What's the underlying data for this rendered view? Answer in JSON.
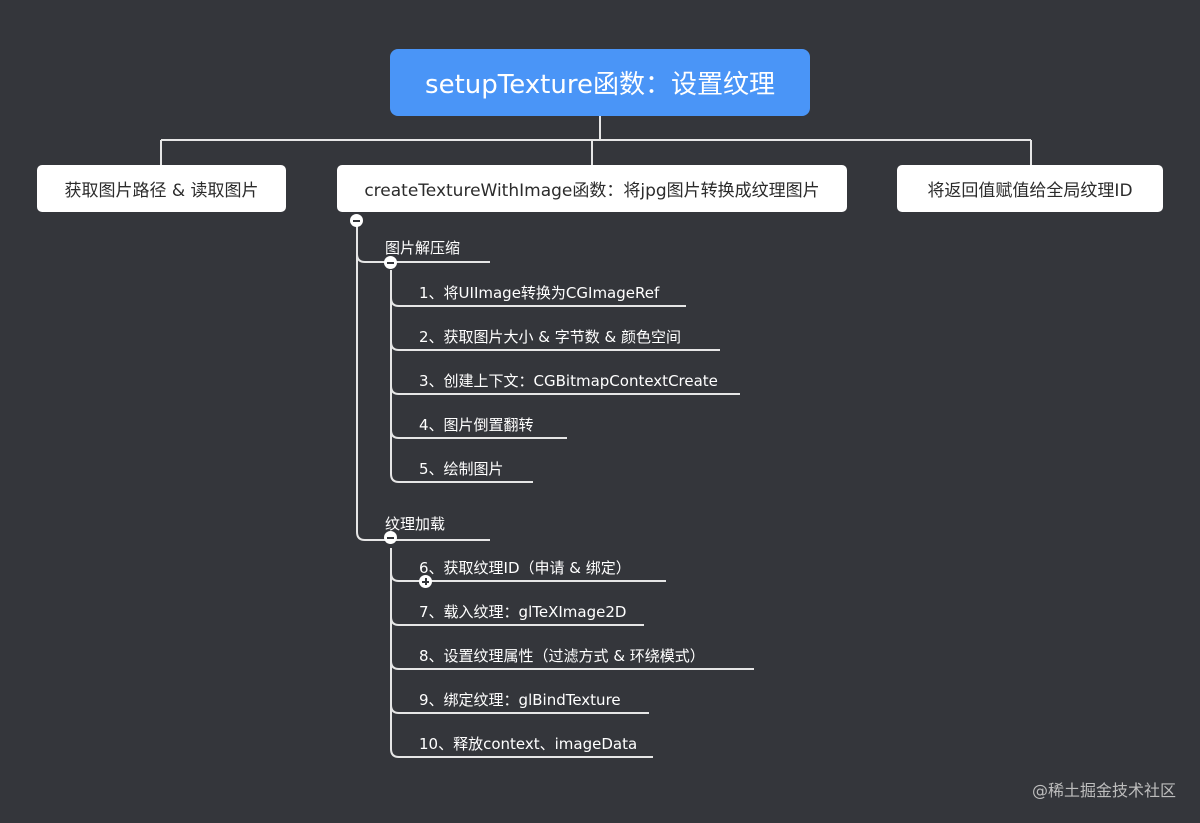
{
  "root": {
    "title": "setupTexture函数：设置纹理"
  },
  "topics": [
    {
      "label": "获取图片路径 & 读取图片"
    },
    {
      "label": "createTextureWithImage函数：将jpg图片转换成纹理图片"
    },
    {
      "label": "将返回值赋值给全局纹理ID"
    }
  ],
  "groups": [
    {
      "label": "图片解压缩",
      "items": [
        "1、将UIImage转换为CGImageRef",
        "2、获取图片大小 & 字节数 & 颜色空间",
        "3、创建上下文：CGBitmapContextCreate",
        "4、图片倒置翻转",
        "5、绘制图片"
      ]
    },
    {
      "label": "纹理加载",
      "items": [
        "6、获取纹理ID（申请 & 绑定）",
        "7、载入纹理：glTeXImage2D",
        "8、设置纹理属性（过滤方式 & 环绕模式）",
        "9、绑定纹理：glBindTexture",
        "10、释放context、imageData"
      ]
    }
  ],
  "watermark": "@稀土掘金技术社区",
  "colors": {
    "background": "#34363b",
    "root": "#4a95f7",
    "line": "#e6e6e6"
  }
}
